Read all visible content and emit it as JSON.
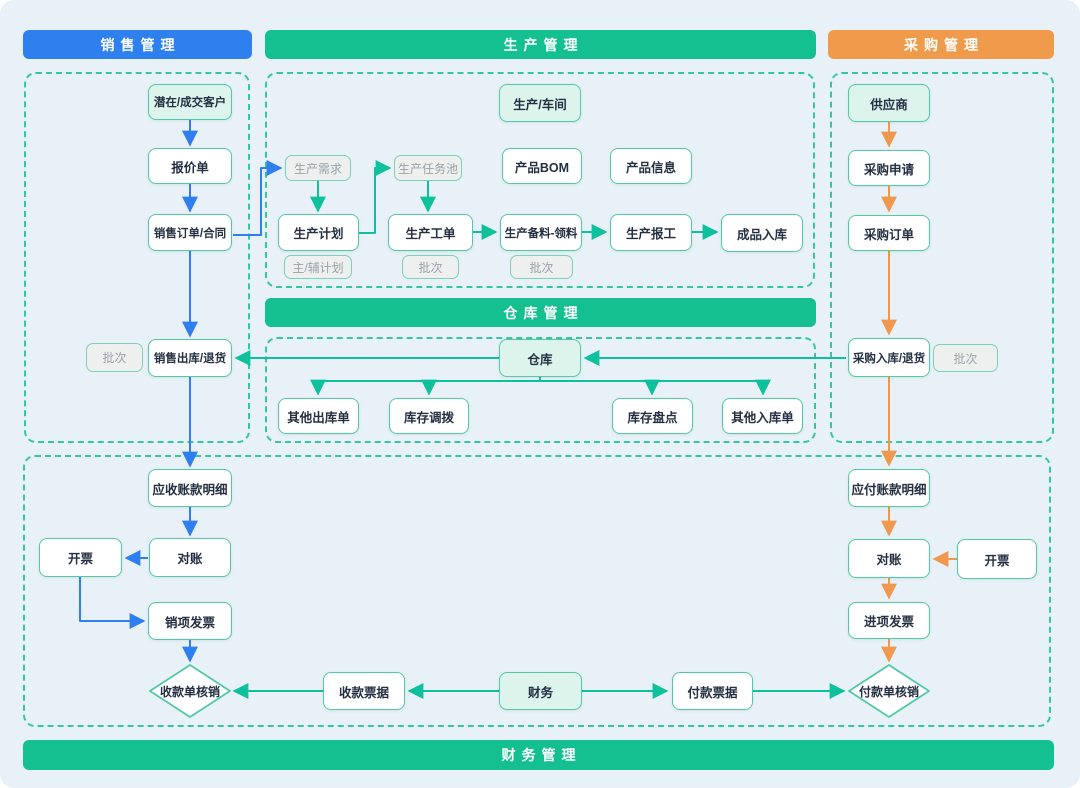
{
  "colors": {
    "canvas_bg": "#e8f1f8",
    "sales_blue": "#2e80ee",
    "teal": "#14bf90",
    "purchase_orange": "#f09b4b",
    "arrow_blue": "#2f7ff0",
    "arrow_teal": "#0cc19b",
    "arrow_orange": "#f0984d",
    "node_border": "#52c9a3",
    "entity_node_bg": "#dcf4ec",
    "gray_node_bg": "#edf0ef",
    "gray_node_text": "#99a2a9",
    "node_text": "#243042",
    "dashed_border": "#35c79e"
  },
  "headers": {
    "sales": "销售管理",
    "production": "生产管理",
    "purchase": "采购管理",
    "warehouse": "仓库管理",
    "finance": "财务管理"
  },
  "nodes": {
    "customer": "潜在/成交客户",
    "quotation": "报价单",
    "sales_order": "销售订单/合同",
    "sales_batch": "批次",
    "sales_outbound": "销售出库/退货",
    "ar_detail": "应收账款明细",
    "ar_reconcile": "对账",
    "invoice_left": "开票",
    "output_invoice": "销项发票",
    "receipt_writeoff": "收款单核销",
    "prod_workshop": "生产/车间",
    "prod_demand": "生产需求",
    "prod_task_pool": "生产任务池",
    "product_bom": "产品BOM",
    "product_info": "产品信息",
    "prod_plan": "生产计划",
    "plan_sub": "主/辅计划",
    "work_order": "生产工单",
    "wo_batch": "批次",
    "material_pick": "生产备料-领料",
    "mp_batch": "批次",
    "work_report": "生产报工",
    "finished_inbound": "成品入库",
    "warehouse": "仓库",
    "other_outbound": "其他出库单",
    "stock_transfer": "库存调拨",
    "stock_count": "库存盘点",
    "other_inbound": "其他入库单",
    "supplier": "供应商",
    "purchase_request": "采购申请",
    "purchase_order": "采购订单",
    "purchase_inbound": "采购入库/退货",
    "purchase_batch": "批次",
    "ap_detail": "应付账款明细",
    "ap_reconcile": "对账",
    "invoice_right": "开票",
    "input_invoice": "进项发票",
    "payment_writeoff": "付款单核销",
    "receipt_bill": "收款票据",
    "finance": "财务",
    "payment_bill": "付款票据"
  }
}
